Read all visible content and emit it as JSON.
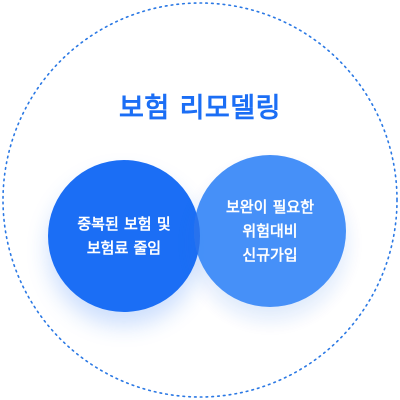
{
  "title": "보험 리모델링",
  "left_circle": {
    "lines": [
      "중복된 보험 및",
      "보험료 줄임"
    ]
  },
  "right_circle": {
    "lines": [
      "보완이 필요한",
      "위험대비",
      "신규가입"
    ]
  },
  "colors": {
    "title": "#1b6ef5",
    "left_circle": "#1b6ef5",
    "right_circle": "#3d8bf8",
    "ring": "#2a78e4"
  }
}
